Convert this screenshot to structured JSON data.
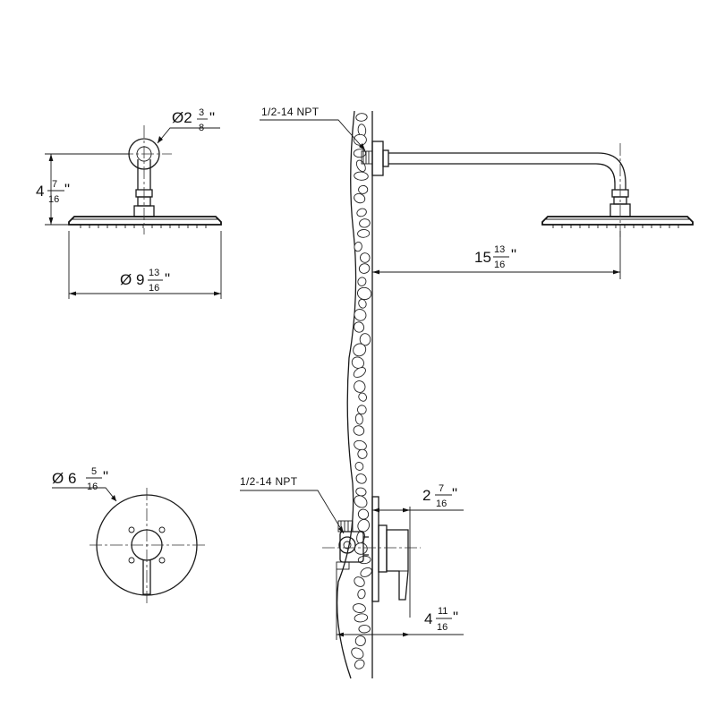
{
  "head_top_view": {
    "diameter_dim": {
      "prefix": "Ø2",
      "num": "3",
      "den": "8",
      "suffix": "\""
    },
    "height_dim": {
      "whole": "4",
      "num": "7",
      "den": "16",
      "suffix": "\""
    },
    "width_dim": {
      "prefix": "Ø 9",
      "num": "13",
      "den": "16",
      "suffix": "\""
    }
  },
  "side_view": {
    "arm_thread_label": "1/2-14 NPT",
    "arm_reach_dim": {
      "whole": "15",
      "num": "13",
      "den": "16",
      "suffix": "\""
    },
    "valve_thread_label": "1/2-14 NPT",
    "trim_depth_dim": {
      "whole": "2",
      "num": "7",
      "den": "16",
      "suffix": "\""
    },
    "valve_depth_dim": {
      "whole": "4",
      "num": "11",
      "den": "16",
      "suffix": "\""
    }
  },
  "trim_plate_view": {
    "diameter_dim": {
      "prefix": "Ø 6",
      "num": "5",
      "den": "16",
      "suffix": "\""
    }
  }
}
